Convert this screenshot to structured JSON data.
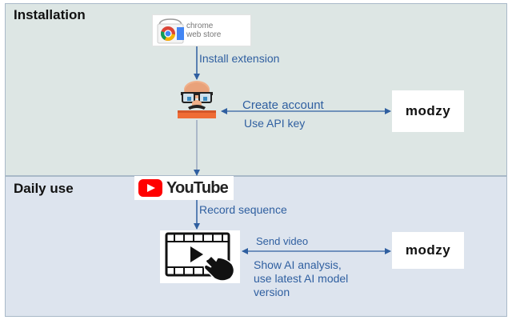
{
  "sections": {
    "installation": {
      "title": "Installation"
    },
    "daily_use": {
      "title": "Daily use"
    }
  },
  "nodes": {
    "chrome_web_store": {
      "label_line1": "chrome",
      "label_line2": "web store",
      "icon": "chrome-web-store-icon"
    },
    "user": {
      "icon": "disguised-user-icon"
    },
    "modzy_top": {
      "label": "modzy"
    },
    "youtube": {
      "label": "YouTube",
      "icon": "youtube-play-icon"
    },
    "video": {
      "icon": "video-touch-icon"
    },
    "modzy_bottom": {
      "label": "modzy"
    }
  },
  "edges": {
    "install_extension": "Install extension",
    "create_account": "Create account",
    "use_api_key": "Use API key",
    "record_sequence": "Record sequence",
    "send_video": "Send video",
    "show_ai_analysis": [
      "Show AI analysis,",
      "use latest AI model",
      "version"
    ]
  },
  "colors": {
    "installation_bg": "#dde6e4",
    "daily_bg": "#dde4ee",
    "arrow": "#2f5fa0",
    "text_blue": "#2f5fa0",
    "youtube_red": "#ff0000"
  }
}
